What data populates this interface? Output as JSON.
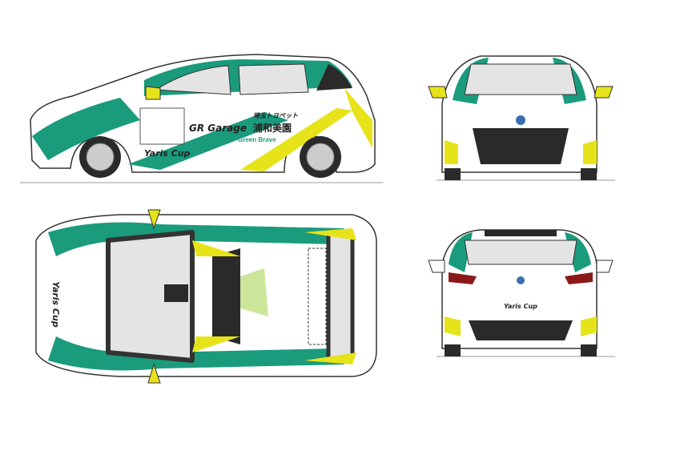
{
  "livery": {
    "dealer_label": "埼玉トヨペット",
    "garage_label": "GR Garage",
    "garage_location": "浦和美園",
    "team_label": "Green Brave",
    "cup_label": "Yaris Cup",
    "cup_brand": "GR",
    "views": [
      "side",
      "front",
      "top",
      "rear"
    ]
  },
  "colors": {
    "green": "#1a9b7c",
    "yellow": "#e6e31a",
    "body": "#ffffff",
    "outline": "#333333",
    "glass": "#e4e4e4",
    "dark": "#2a2a2a"
  }
}
